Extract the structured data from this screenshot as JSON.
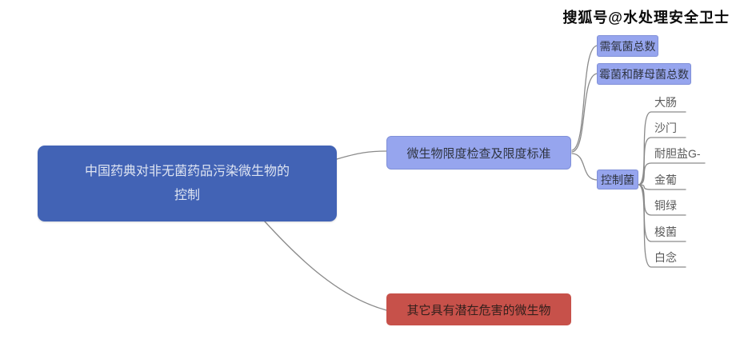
{
  "watermark": "搜狐号@水处理安全卫士",
  "colors": {
    "root_bg": "#4263b5",
    "root_text": "#dfe5f2",
    "branch_bg": "#96a5ee",
    "branch_border": "#8090d8",
    "branch_text": "#2f3440",
    "warn_bg": "#c7514a",
    "warn_text": "#33201c",
    "connector_line": "#8a8a8a",
    "leaf_text": "#5a5a5a"
  },
  "mindmap": {
    "root": "中国药典对非无菌药品污染微生物的控制",
    "branches": [
      {
        "label": "微生物限度检查及限度标准",
        "children": [
          {
            "label": "需氧菌总数"
          },
          {
            "label": "霉菌和酵母菌总数"
          },
          {
            "label": "控制菌",
            "leaves": [
              "大肠",
              "沙门",
              "耐胆盐G-",
              "金葡",
              "铜绿",
              "梭菌",
              "白念"
            ]
          }
        ]
      },
      {
        "label": "其它具有潜在危害的微生物"
      }
    ]
  }
}
